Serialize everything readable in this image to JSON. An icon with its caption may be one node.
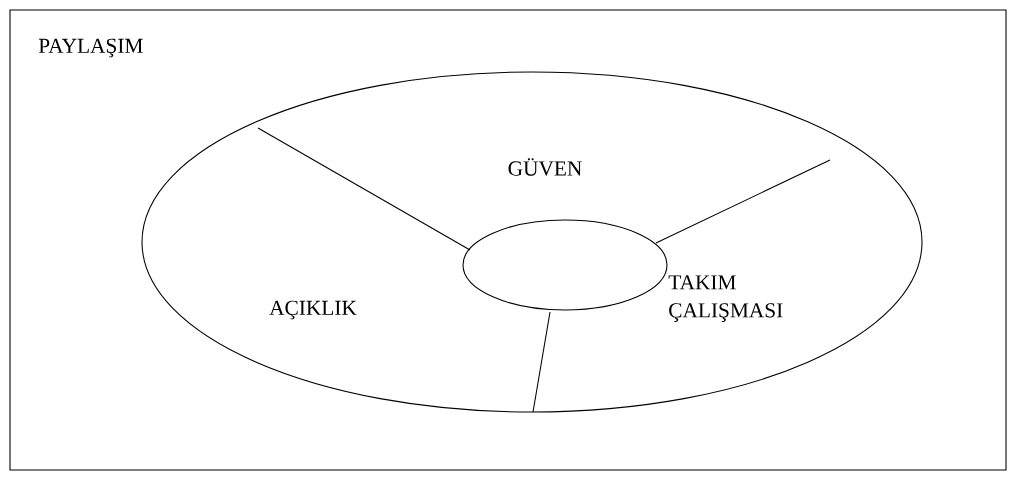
{
  "diagram": {
    "nodes": [
      {
        "text": [
          "PAYLAŞIM"
        ]
      },
      {
        "text": [],
        "shape": "ellipse",
        "in": 0
      },
      {
        "text": [],
        "shape": "ellipse",
        "in": 1
      }
    ],
    "labels": [
      "GÜVEN",
      "AÇIKLIK",
      "TAKIM ÇALIŞMASI"
    ]
  }
}
